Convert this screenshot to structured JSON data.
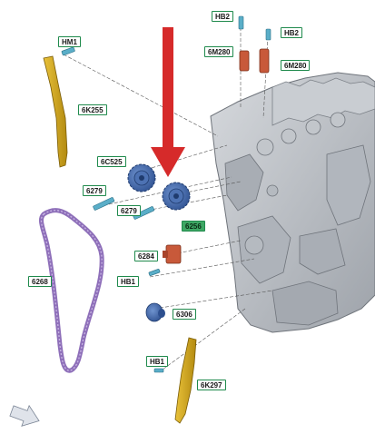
{
  "callouts": {
    "hb2_top": "HB2",
    "hb2_right": "HB2",
    "hm1": "HM1",
    "m280_a": "6M280",
    "m280_b": "6M280",
    "k255": "6K255",
    "c525": "6C525",
    "p6279_a": "6279",
    "p6279_b": "6279",
    "p6256": "6256",
    "p6268": "6268",
    "p6284": "6284",
    "hb1_mid": "HB1",
    "p6306": "6306",
    "hb1_low": "HB1",
    "k297": "6K297"
  },
  "colors": {
    "arrow": "#d62a2a",
    "guide": "#c8a018",
    "chain": "#8e6fb9",
    "sprocket": "#3c63a8",
    "solenoid": "#c8593a",
    "tensioner": "#c8593a",
    "bolt": "#5aaec8",
    "engine": "#b9bec5",
    "callout_border": "#1f8a4c",
    "callout_highlight": "#3ea764"
  },
  "icons": {
    "direction": "red-down-arrow-icon",
    "orientation": "view-direction-arrow-icon"
  }
}
